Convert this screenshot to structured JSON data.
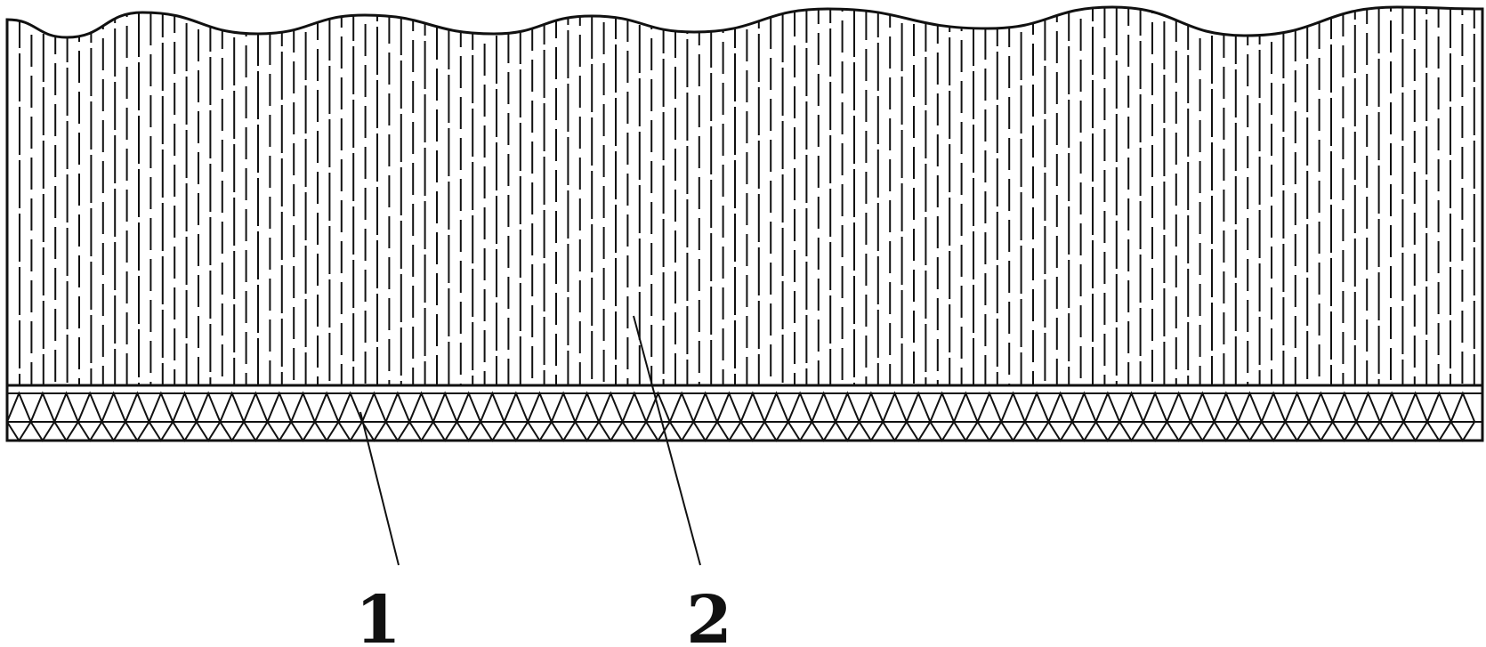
{
  "figure": {
    "labels": [
      {
        "id": "label-1",
        "text": "1"
      },
      {
        "id": "label-2",
        "text": "2"
      }
    ]
  },
  "colors": {
    "line": "#111111",
    "background": "#ffffff"
  }
}
